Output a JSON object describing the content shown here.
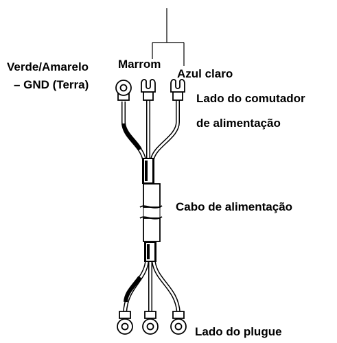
{
  "labels": {
    "verde_amarelo_line1": "Verde/Amarelo",
    "verde_amarelo_line2": "– GND (Terra)",
    "marrom": "Marrom",
    "azul_claro": "Azul claro",
    "lado_comutador_line1": "Lado do comutador",
    "lado_comutador_line2": "de alimentação",
    "cabo_alimentacao": "Cabo de alimentação",
    "lado_plugue": "Lado do plugue"
  },
  "colors": {
    "ink": "#000000",
    "background": "#ffffff"
  }
}
